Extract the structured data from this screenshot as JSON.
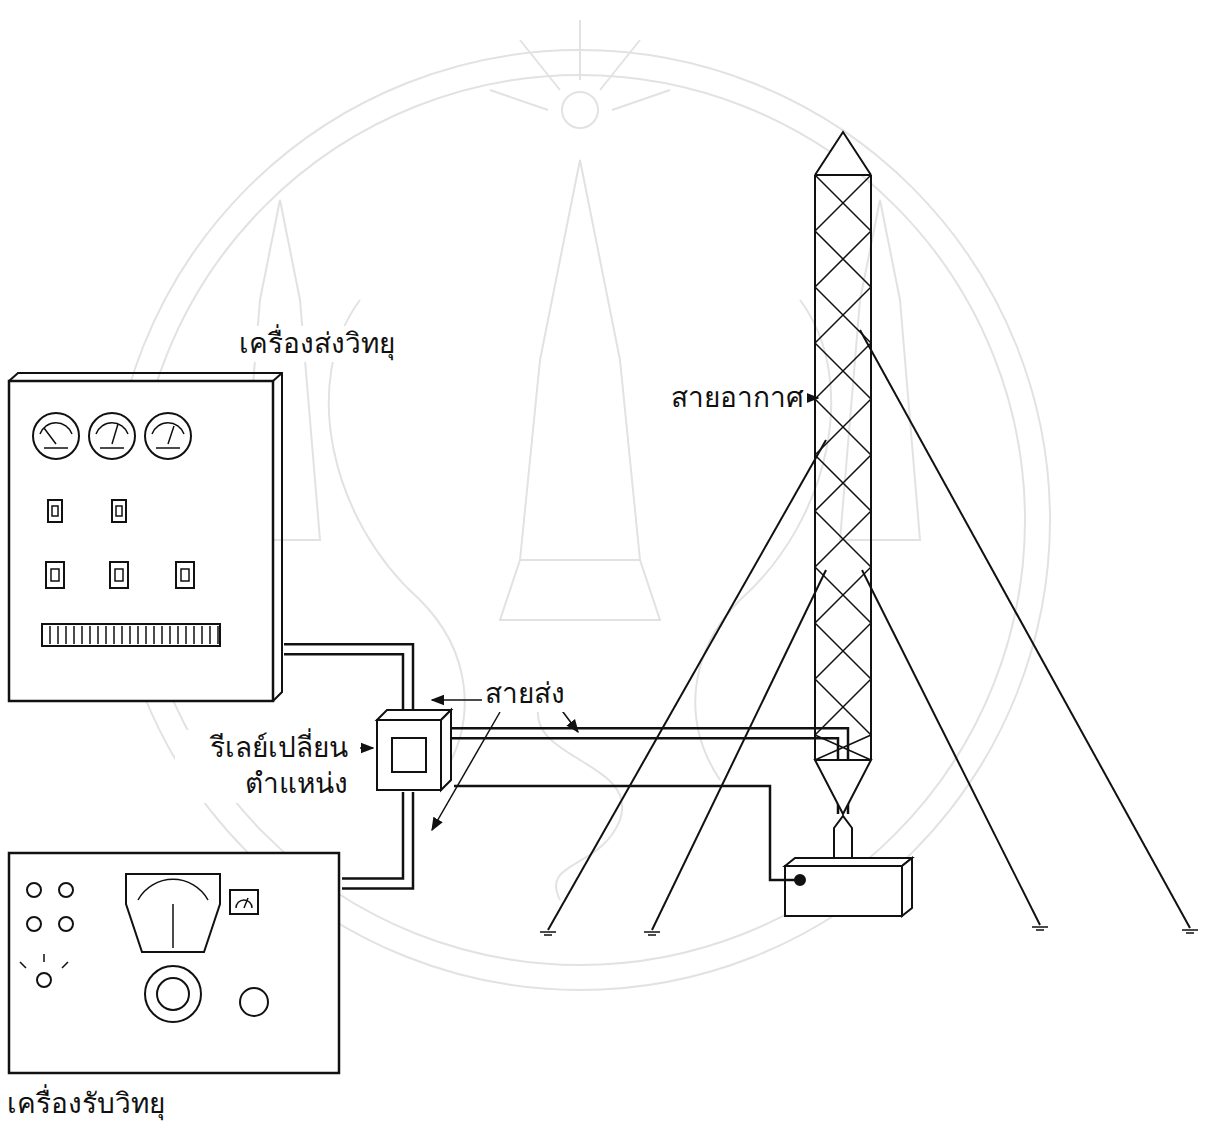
{
  "diagram": {
    "nodes": [
      {
        "text": [
          "เครื่องส่งวิทยุ"
        ]
      },
      {
        "text": [
          "สายอากาศ"
        ]
      },
      {
        "text": [
          "รีเลย์เปลี่ยน ตำแหน่ง"
        ]
      },
      {
        "text": [
          "เครื่องรับวิทยุ"
        ]
      }
    ],
    "edges": [
      {
        "from": 0,
        "to": 2,
        "arrow": "none"
      },
      {
        "from": 3,
        "to": 2,
        "arrow": "none"
      },
      {
        "from": 2,
        "to": 1,
        "arrow": "none"
      }
    ],
    "labels": [
      "สายส่ง"
    ]
  }
}
